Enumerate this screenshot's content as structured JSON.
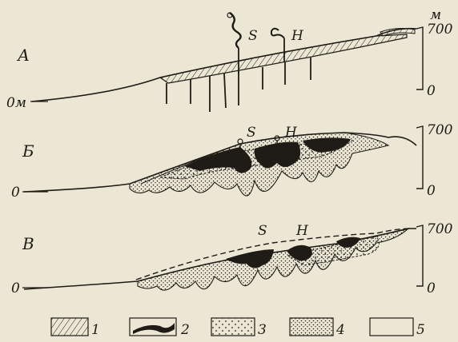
{
  "figure": {
    "unit": "м",
    "panels": [
      {
        "letter": "А",
        "sea_level": "0м",
        "scale_top": "700",
        "scale_bottom": "0",
        "vents": [
          "S",
          "H"
        ]
      },
      {
        "letter": "Б",
        "sea_level": "0",
        "scale_top": "700",
        "scale_bottom": "0",
        "vents": [
          "S",
          "H"
        ]
      },
      {
        "letter": "В",
        "sea_level": "0",
        "scale_top": "700",
        "scale_bottom": "0",
        "vents": [
          "S",
          "H"
        ]
      }
    ],
    "legend": [
      "1",
      "2",
      "3",
      "4",
      "5"
    ]
  }
}
